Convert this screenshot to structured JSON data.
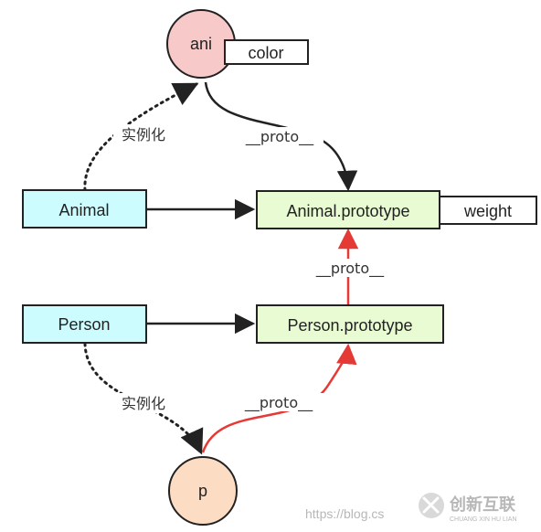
{
  "nodes": {
    "ani": "ani",
    "color": "color",
    "animal": "Animal",
    "animal_prototype": "Animal.prototype",
    "weight": "weight",
    "person": "Person",
    "person_prototype": "Person.prototype",
    "p": "p"
  },
  "edge_labels": {
    "instantiate_top": "实例化",
    "proto_top": "__proto__",
    "proto_middle": "__proto__",
    "instantiate_bottom": "实例化",
    "proto_bottom": "__proto__"
  },
  "watermark": {
    "url_text": "https://blog.cs",
    "brand_cn": "创新互联",
    "brand_en": "CHUANG XIN HU LIAN"
  },
  "colors": {
    "class_box": "#cdfcff",
    "prototype_box": "#e9fbd2",
    "ani_circle": "#f8c9c9",
    "p_circle": "#fcdcc2",
    "proto_link_red": "#e53935",
    "stroke": "#222222"
  }
}
